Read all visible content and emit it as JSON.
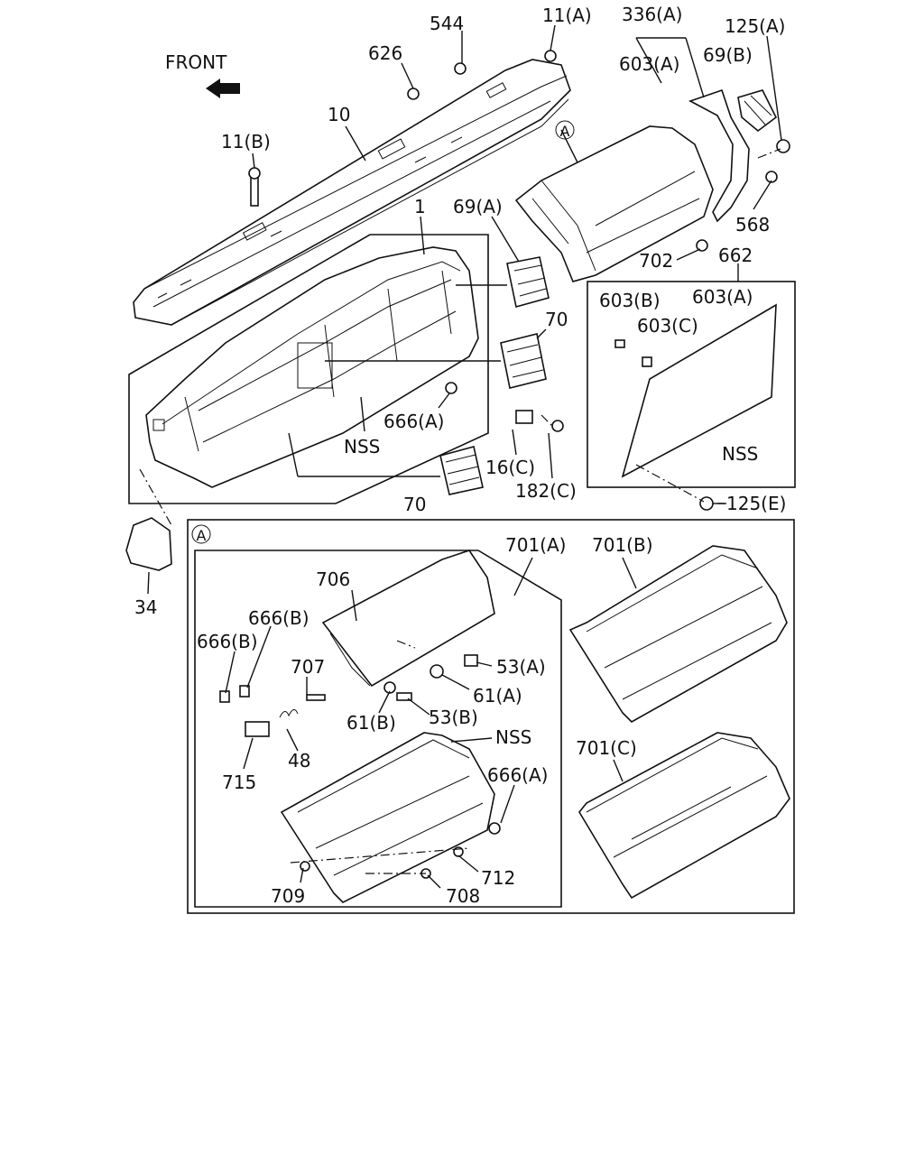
{
  "front_label": "FRONT",
  "callouts": {
    "p544": "544",
    "p11a": "11(A)",
    "p336a": "336(A)",
    "p125a": "125(A)",
    "p626": "626",
    "p603a_top": "603(A)",
    "p69b": "69(B)",
    "p10": "10",
    "p11b": "11(B)",
    "circle_a_top": "A",
    "p568": "568",
    "p1": "1",
    "p69a": "69(A)",
    "p702": "702",
    "p662": "662",
    "p603b": "603(B)",
    "p603a_box": "603(A)",
    "p603c": "603(C)",
    "p70_upper": "70",
    "p666a_upper": "666(A)",
    "nss_panel": "NSS",
    "nss_box": "NSS",
    "p16c": "16(C)",
    "p182c": "182(C)",
    "p125e": "125(E)",
    "p70_lower": "70",
    "p34": "34",
    "circle_a_box": "A",
    "p701a": "701(A)",
    "p701b": "701(B)",
    "p706": "706",
    "p666b_1": "666(B)",
    "p666b_2": "666(B)",
    "p707": "707",
    "p53a": "53(A)",
    "p61a": "61(A)",
    "p61b": "61(B)",
    "p53b": "53(B)",
    "nss_glove": "NSS",
    "p701c": "701(C)",
    "p48": "48",
    "p715": "715",
    "p666a_lower": "666(A)",
    "p712": "712",
    "p709": "709",
    "p708": "708"
  }
}
